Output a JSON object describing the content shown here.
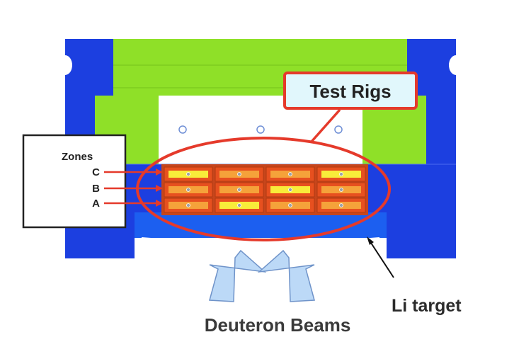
{
  "labels": {
    "test_rigs": "Test Rigs",
    "zones_title": "Zones",
    "zone_c": "C",
    "zone_b": "B",
    "zone_a": "A",
    "li_target": "Li target",
    "deuteron_beams": "Deuteron Beams"
  },
  "rigs": {
    "columns": 4,
    "rows": [
      {
        "zone": "C",
        "slots": [
          "yellow",
          "orange",
          "orange",
          "yellow"
        ]
      },
      {
        "zone": "B",
        "slots": [
          "orange",
          "orange",
          "yellow",
          "orange"
        ]
      },
      {
        "zone": "A",
        "slots": [
          "orange",
          "yellow",
          "orange",
          "orange"
        ]
      }
    ]
  },
  "colors": {
    "blue": "#1c3fe0",
    "blue_dark": "#0f2bb8",
    "green": "#8fe028",
    "red": "#e53a2b",
    "rig_fill": "#e7501f",
    "slot_orange": "#f5a23a",
    "slot_yellow": "#f8ec3a",
    "beam_fill": "#bcd9f7",
    "beam_stroke": "#6f93c9",
    "callout_fill": "#e1f7fc"
  }
}
